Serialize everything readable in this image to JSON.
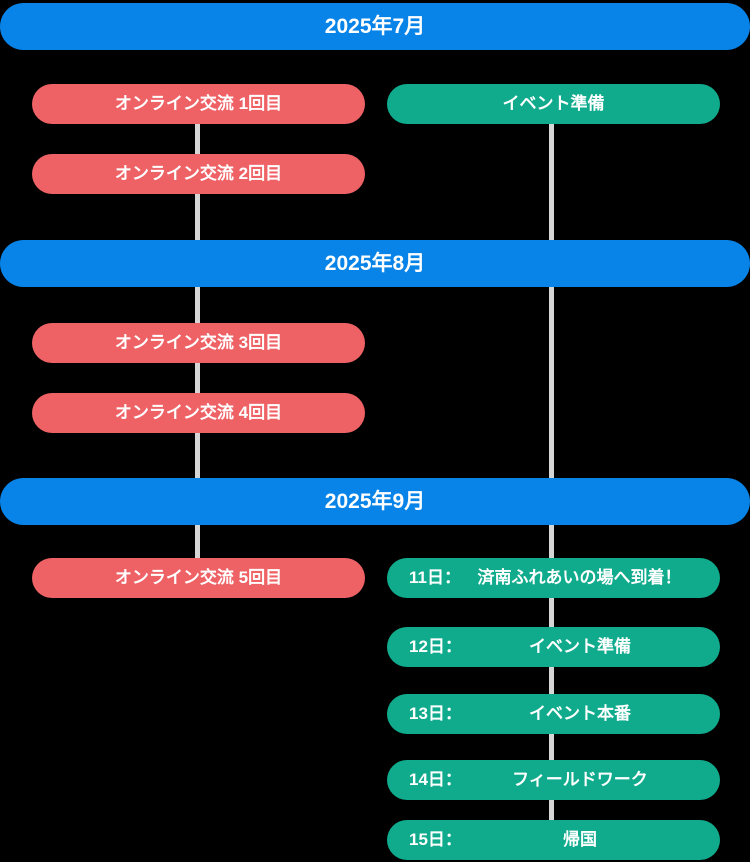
{
  "colors": {
    "background": "#000000",
    "month_bar": "#0883e8",
    "online_session_pill": "#ee6266",
    "event_pill": "#10ab8c",
    "connector_line": "#d6d6d6",
    "text": "#ffffff"
  },
  "months": [
    {
      "label": "2025年7月"
    },
    {
      "label": "2025年8月"
    },
    {
      "label": "2025年9月"
    }
  ],
  "online_sessions": [
    {
      "label": "オンライン交流 1回目"
    },
    {
      "label": "オンライン交流 2回目"
    },
    {
      "label": "オンライン交流 3回目"
    },
    {
      "label": "オンライン交流 4回目"
    },
    {
      "label": "オンライン交流 5回目"
    }
  ],
  "event_prep": {
    "label": "イベント準備"
  },
  "september_schedule": [
    {
      "day": "11日：",
      "activity": "済南ふれあいの場へ到着！"
    },
    {
      "day": "12日：",
      "activity": "イベント準備"
    },
    {
      "day": "13日：",
      "activity": "イベント本番"
    },
    {
      "day": "14日：",
      "activity": "フィールドワーク"
    },
    {
      "day": "15日：",
      "activity": "帰国"
    }
  ]
}
